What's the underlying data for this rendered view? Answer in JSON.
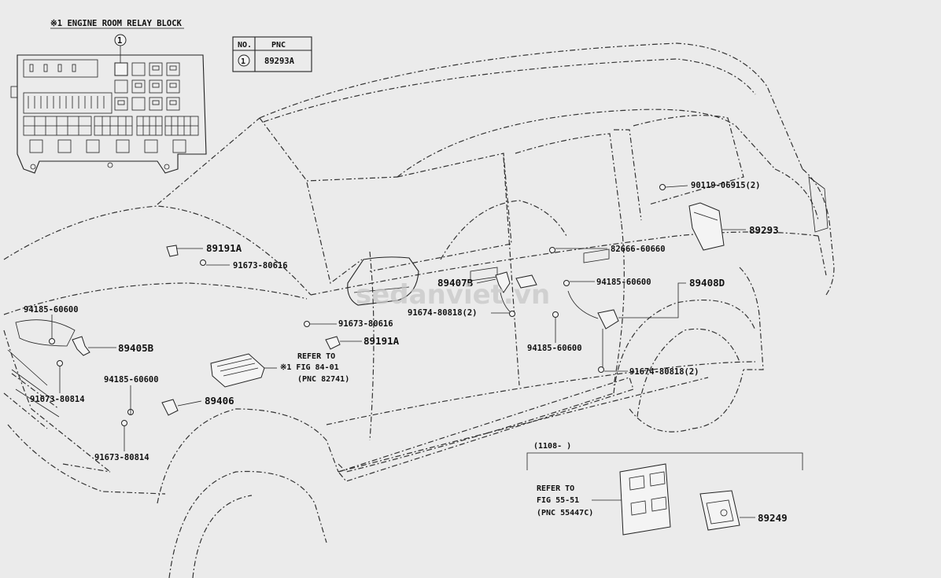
{
  "inset": {
    "title": "※1 ENGINE ROOM RELAY BLOCK",
    "callout": "1"
  },
  "pnc_table": {
    "header_no": "NO.",
    "header_pnc": "PNC",
    "rows": [
      {
        "no": "1",
        "pnc": "89293A"
      }
    ]
  },
  "labels": {
    "p89191a_upper": "89191A",
    "p91673_80616_upper": "91673-80616",
    "p94185_60600_left": "94185-60600",
    "p89405b": "89405B",
    "p94185_60600_mid": "94185-60600",
    "p91673_80814_left": "91673-80814",
    "p89406": "89406",
    "p91673_80814_bottom": "91673-80814",
    "p91673_80616_lower": "91673-80616",
    "p89191a_lower": "89191A",
    "p89407b": "89407B",
    "p91674_80818_left": "91674-80818(2)",
    "p82666_60660": "82666-60660",
    "p94185_60600_right": "94185-60600",
    "p89408d": "89408D",
    "p94185_60600_lower": "94185-60600",
    "p91674_80818_right": "91674-80818(2)",
    "p90119_06915": "90119-06915(2)",
    "p89293": "89293",
    "date_range": "(1108-    )",
    "p89249": "89249"
  },
  "refer_fig84": {
    "line1": "REFER TO",
    "line2": "※1 FIG 84-01",
    "line3": "(PNC 82741)"
  },
  "refer_fig55": {
    "line1": "REFER TO",
    "line2": "FIG 55-51",
    "line3": "(PNC 55447C)"
  },
  "watermark": "sedanviet.vn"
}
